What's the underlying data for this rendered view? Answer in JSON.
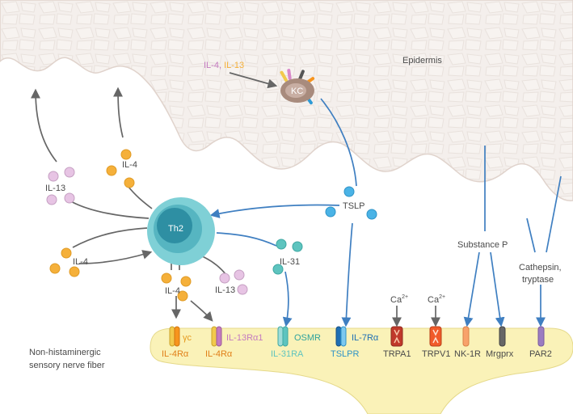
{
  "labels": {
    "epidermis": "Epidermis",
    "il4_top": "IL-4,",
    "il13_top": " IL-13",
    "kc": "KC",
    "th2": "Th2",
    "tslp": "TSLP",
    "il13_left": "IL-13",
    "il4_upper": "IL-4",
    "il4_left": "IL-4",
    "il4_bottom": "IL-4",
    "il13_bottom": "IL-13",
    "il31": "IL-31",
    "substance_p": "Substance P",
    "cathepsin": "Cathepsin,",
    "tryptase": "tryptase",
    "ca_1": "Ca",
    "ca_2": "Ca",
    "ca_sup": "2+",
    "nerve_line1": "Non-histaminergic",
    "nerve_line2": "sensory nerve fiber"
  },
  "receptors": {
    "gamma_c": "γc",
    "il4ra_1": "IL-4Rα",
    "il13ra1": "IL-13Rα1",
    "il4ra_2": "IL-4Rα",
    "osmr": "OSMR",
    "il31ra": "IL-31RA",
    "il7ra": "IL-7Rα",
    "tslpr": "TSLPR",
    "trpa1": "TRPA1",
    "trpv1": "TRPV1",
    "nk1r": "NK-1R",
    "mrgprx": "Mrgprx",
    "par2": "PAR2"
  },
  "colors": {
    "il4": "#f5b03a",
    "il13": "#e7c4e4",
    "il31": "#5ec4bf",
    "tslp": "#4ab3e6",
    "arrow_gray": "#666666",
    "arrow_blue": "#3f7fc1",
    "th2": "#7fd0d6",
    "nerve": "#faf2b8",
    "epidermis": "#f4efec"
  }
}
